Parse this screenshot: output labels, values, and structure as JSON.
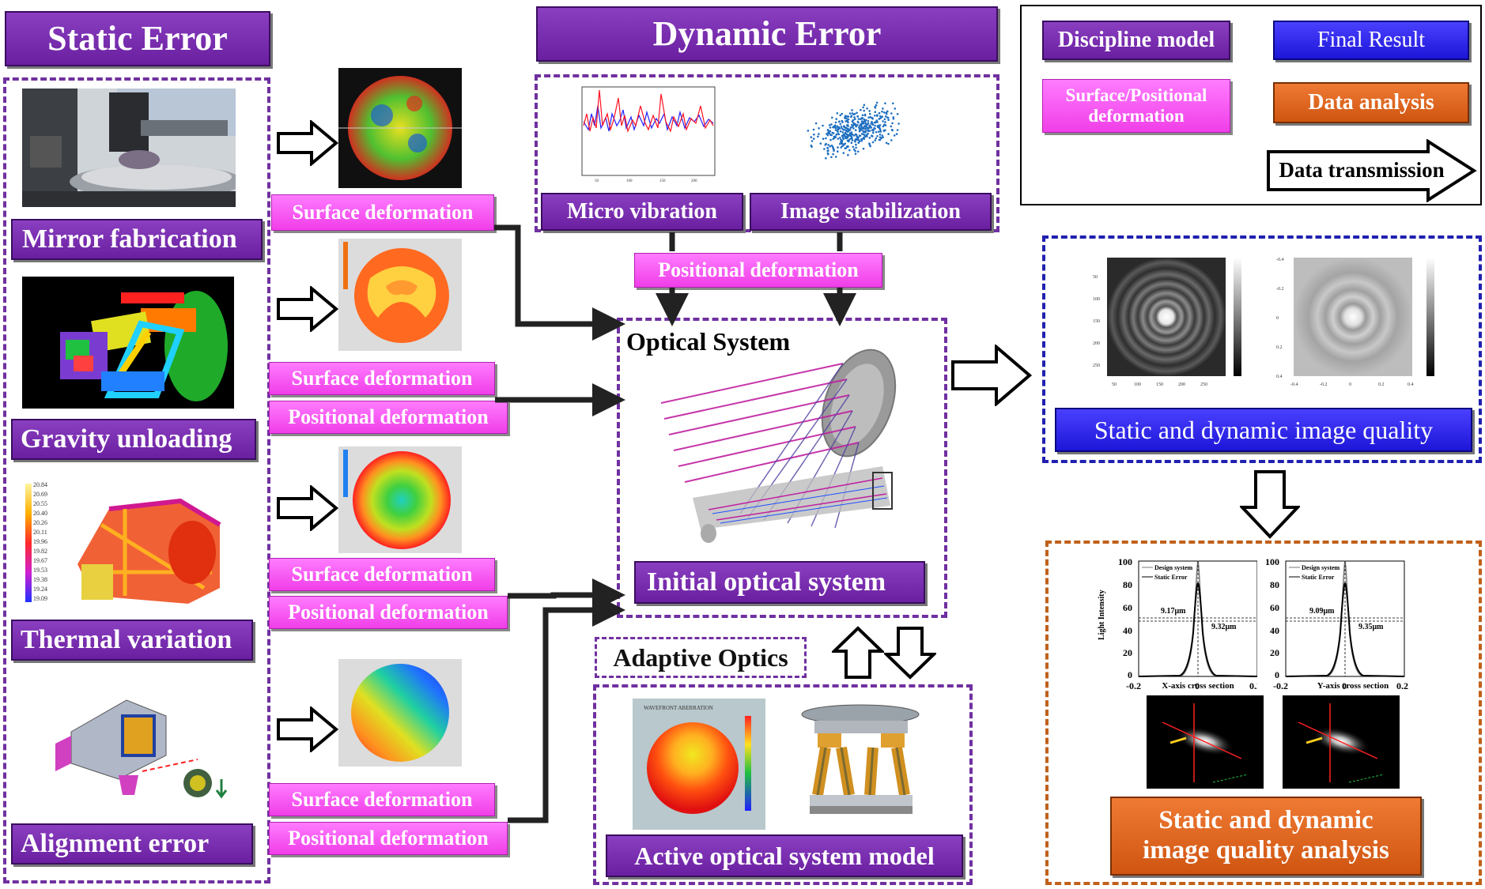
{
  "static_error": {
    "title": "Static Error",
    "items": [
      {
        "name": "Mirror fabrication",
        "deformations": [
          "Surface deformation"
        ]
      },
      {
        "name": "Gravity unloading",
        "deformations": [
          "Surface deformation",
          "Positional deformation"
        ]
      },
      {
        "name": "Thermal variation",
        "deformations": [
          "Surface deformation",
          "Positional deformation"
        ]
      },
      {
        "name": "Alignment error",
        "deformations": [
          "Surface deformation",
          "Positional deformation"
        ]
      }
    ],
    "thermal_scale": [
      "20.84",
      "20.69",
      "20.55",
      "20.40",
      "20.26",
      "20.11",
      "19.96",
      "19.82",
      "19.67",
      "19.53",
      "19.38",
      "19.24",
      "19.09"
    ]
  },
  "dynamic_error": {
    "title": "Dynamic Error",
    "micro_vibration": "Micro vibration",
    "image_stabilization": "Image stabilization",
    "positional_deformation": "Positional deformation"
  },
  "optical_system": {
    "title": "Optical System",
    "initial": "Initial optical system"
  },
  "adaptive_optics": {
    "title": "Adaptive Optics",
    "model": "Active optical system model",
    "wavefront_title": "WAVEFRONT ABERRATION"
  },
  "legend": {
    "discipline_model": "Discipline model",
    "final_result": "Final Result",
    "surface_positional": "Surface/Positional deformation",
    "data_analysis": "Data analysis",
    "data_transmission": "Data transmission"
  },
  "image_quality": {
    "label": "Static and dynamic image quality",
    "left_ticks_y": [
      "50",
      "100",
      "150",
      "200",
      "250"
    ],
    "left_ticks_x": [
      "50",
      "100",
      "150",
      "200",
      "250"
    ],
    "right_ticks_y": [
      "-0.4",
      "-0.2",
      "0",
      "0.2",
      "0.4"
    ],
    "right_ticks_x": [
      "-0.4",
      "-0.2",
      "0",
      "0.2",
      "0.4"
    ]
  },
  "analysis": {
    "label": "Static and dynamic image quality analysis",
    "ylabel": "Light Intensity",
    "y_ticks": [
      "100",
      "80",
      "60",
      "40",
      "20",
      "0"
    ],
    "x_ticks": [
      "-0.2",
      "0",
      "0.2"
    ],
    "legend_design": "Design system",
    "legend_static": "Static Error",
    "x_plot": {
      "xlabel": "X-axis cross section",
      "fwhm_design": "9.17μm",
      "fwhm_static": "9.32μm"
    },
    "y_plot": {
      "xlabel": "Y-axis cross section",
      "fwhm_design": "9.09μm",
      "fwhm_static": "9.35μm"
    }
  },
  "colors": {
    "purple": "#7030a0",
    "pink": "#f03ee8",
    "blue": "#1d16d8",
    "orange": "#cf5510"
  }
}
